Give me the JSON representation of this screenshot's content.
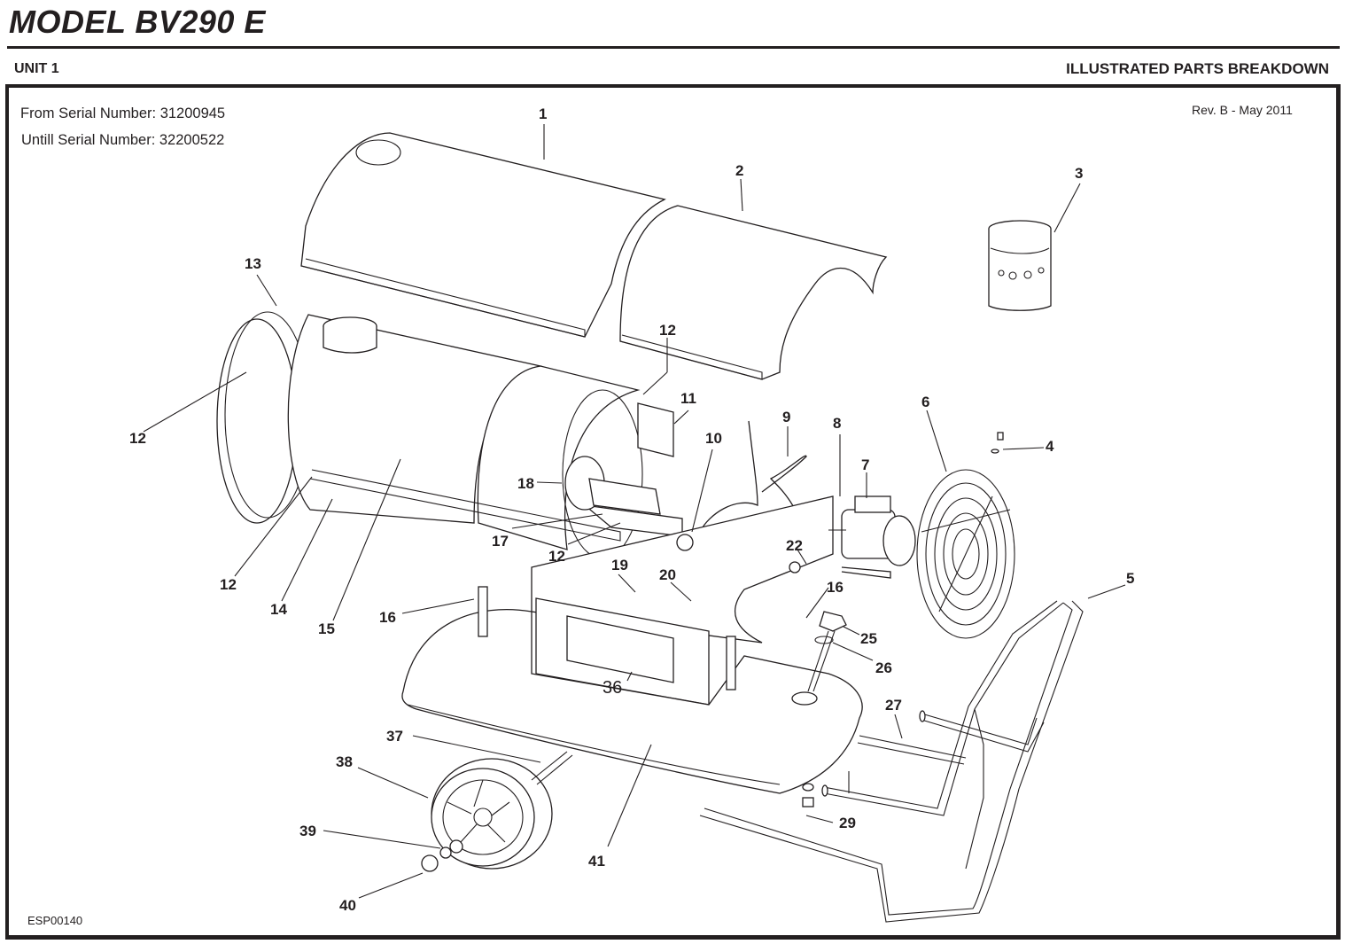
{
  "header": {
    "model_title": "MODEL BV290 E",
    "unit_label": "UNIT 1",
    "section_title": "ILLUSTRATED PARTS BREAKDOWN"
  },
  "info": {
    "from_serial": "From Serial Number: 31200945",
    "until_serial": "Untill Serial Number: 32200522",
    "revision": "Rev. B - May 2011",
    "document_id": "ESP00140"
  },
  "callouts": [
    {
      "id": "c1",
      "label": "1",
      "part": "top-cover-rear"
    },
    {
      "id": "c2",
      "label": "2",
      "part": "top-cover-front"
    },
    {
      "id": "c3",
      "label": "3",
      "part": "chimney-nozzle"
    },
    {
      "id": "c4",
      "label": "4",
      "part": "guard-screw"
    },
    {
      "id": "c5",
      "label": "5",
      "part": "handle-frame"
    },
    {
      "id": "c6",
      "label": "6",
      "part": "fan-guard"
    },
    {
      "id": "c7",
      "label": "7",
      "part": "motor"
    },
    {
      "id": "c8",
      "label": "8",
      "part": "motor-bracket"
    },
    {
      "id": "c9",
      "label": "9",
      "part": "fan"
    },
    {
      "id": "c10",
      "label": "10",
      "part": "grommet"
    },
    {
      "id": "c11",
      "label": "11",
      "part": "bracket-plate"
    },
    {
      "id": "c12a",
      "label": "12",
      "part": "screw"
    },
    {
      "id": "c12b",
      "label": "12",
      "part": "screw"
    },
    {
      "id": "c12c",
      "label": "12",
      "part": "screw"
    },
    {
      "id": "c12d",
      "label": "12",
      "part": "screw"
    },
    {
      "id": "c13",
      "label": "13",
      "part": "outlet-ring"
    },
    {
      "id": "c14",
      "label": "14",
      "part": "inner-cover"
    },
    {
      "id": "c15",
      "label": "15",
      "part": "combustion-chamber"
    },
    {
      "id": "c16a",
      "label": "16",
      "part": "support-leg"
    },
    {
      "id": "c16b",
      "label": "16",
      "part": "support-leg"
    },
    {
      "id": "c17",
      "label": "17",
      "part": "burner-plate"
    },
    {
      "id": "c18",
      "label": "18",
      "part": "burner-head"
    },
    {
      "id": "c19",
      "label": "19",
      "part": "base-chassis"
    },
    {
      "id": "c20",
      "label": "20",
      "part": "clip-bracket"
    },
    {
      "id": "c22",
      "label": "22",
      "part": "grommet"
    },
    {
      "id": "c25",
      "label": "25",
      "part": "fuel-cap"
    },
    {
      "id": "c26",
      "label": "26",
      "part": "fuel-gauge"
    },
    {
      "id": "c27",
      "label": "27",
      "part": "axle-tube"
    },
    {
      "id": "c29",
      "label": "29",
      "part": "drain-plug"
    },
    {
      "id": "c36",
      "label": "36",
      "part": "control-panel-bracket"
    },
    {
      "id": "c37",
      "label": "37",
      "part": "axle"
    },
    {
      "id": "c38",
      "label": "38",
      "part": "wheel"
    },
    {
      "id": "c39",
      "label": "39",
      "part": "washer"
    },
    {
      "id": "c40",
      "label": "40",
      "part": "hub-cap"
    },
    {
      "id": "c41",
      "label": "41",
      "part": "fuel-tank"
    }
  ]
}
